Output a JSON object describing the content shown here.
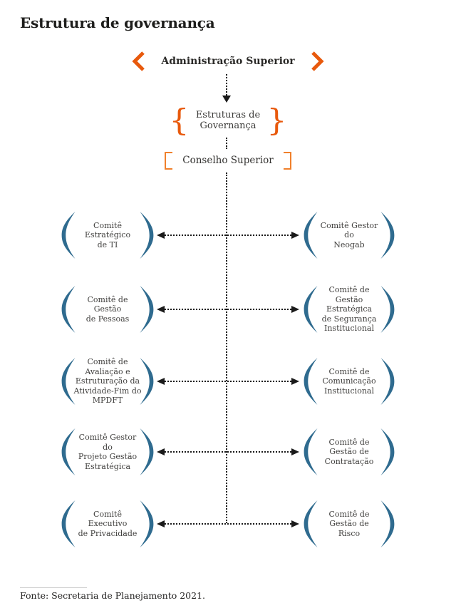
{
  "page": {
    "title": "Estrutura de governança"
  },
  "nodes": {
    "top": {
      "label": "Administração Superior"
    },
    "structures": {
      "label": "Estruturas de\nGovernança"
    },
    "council": {
      "label": "Conselho Superior"
    }
  },
  "rows": [
    {
      "left": "Comitê Estratégico\nde TI",
      "right": "Comitê Gestor do\nNeogab"
    },
    {
      "left": "Comitê de Gestão\nde Pessoas",
      "right": "Comitê de Gestão\nEstratégica\nde Segurança\nInstitucional"
    },
    {
      "left": "Comitê de\nAvaliação e\nEstruturação da\nAtividade-Fim do\nMPDFT",
      "right": "Comitê de\nComunicação\nInstitucional"
    },
    {
      "left": "Comitê Gestor do\nProjeto Gestão\nEstratégica",
      "right": "Comitê de\nGestão de\nContratação"
    },
    {
      "left": "Comitê Executivo\nde Privacidade",
      "right": "Comitê de\nGestão de\nRisco"
    }
  ],
  "glyphs": {
    "brace_open": "{",
    "brace_close": "}"
  },
  "colors": {
    "accent_orange": "#e8590c",
    "bracket_orange": "#f0802b",
    "paren_blue": "#2f6b8f",
    "connector_black": "#1a1a1a",
    "title_dark": "#1d1d1b"
  },
  "footer": {
    "source": "Fonte: Secretaria de Planejamento 2021."
  }
}
